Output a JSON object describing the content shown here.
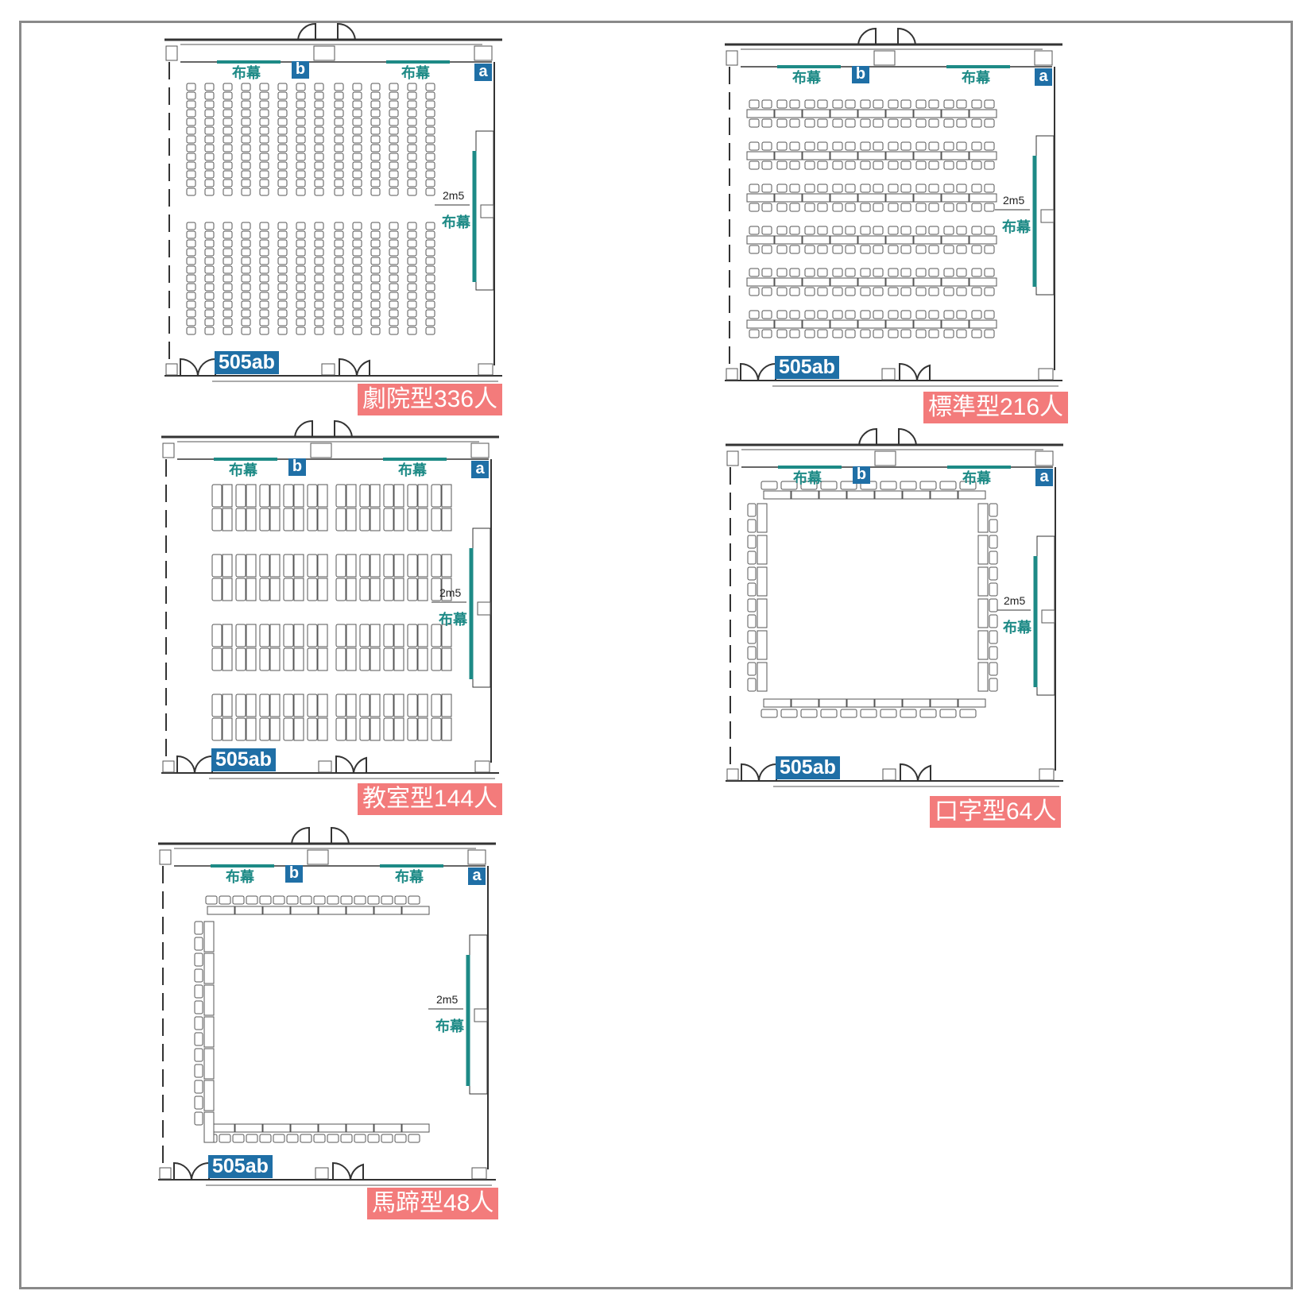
{
  "plan_text": {
    "screen_label": "布幕",
    "dimension_label": "2m5",
    "room_label": "505ab",
    "door_a_label": "a",
    "door_b_label": "b"
  },
  "layouts": [
    {
      "id": "theater",
      "caption": "劇院型336人",
      "arrangement": "rows-of-chairs"
    },
    {
      "id": "standard",
      "caption": "標準型216人",
      "arrangement": "rows-of-tables"
    },
    {
      "id": "classroom",
      "caption": "教室型144人",
      "arrangement": "table-blocks"
    },
    {
      "id": "hollow-square",
      "caption": "口字型64人",
      "arrangement": "hollow-square"
    },
    {
      "id": "u-shape",
      "caption": "馬蹄型48人",
      "arrangement": "u-shape"
    }
  ],
  "colors": {
    "screen_teal": "#1d8a86",
    "label_blue": "#1f6fa6",
    "caption_red": "#f37b7b",
    "frame_gray": "#8a8a8a"
  }
}
